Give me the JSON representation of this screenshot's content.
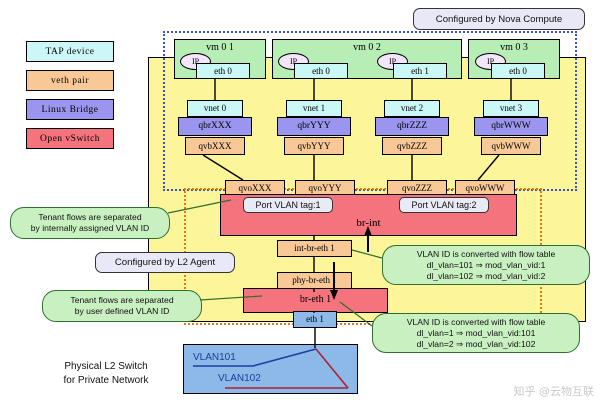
{
  "legend": {
    "items": [
      {
        "label": "TAP   device",
        "type": "tap",
        "color": "#ccf7f7"
      },
      {
        "label": "veth   pair",
        "type": "veth",
        "color": "#f8c896"
      },
      {
        "label": "Linux   Bridge",
        "type": "lbridge",
        "color": "#9a95ee"
      },
      {
        "label": "Open   vSwitch",
        "type": "ovs",
        "color": "#f4737c"
      }
    ]
  },
  "annotations": {
    "nova_region": "Configured by Nova Compute",
    "agent_region": "Configured by L2 Agent",
    "tenant_internal": "Tenant flows are separated\nby internally assigned VLAN ID",
    "tenant_user": "Tenant flows are separated\nby user defined VLAN ID",
    "flow_table_up": {
      "title": "VLAN ID is converted with flow table",
      "rule1": "dl_vlan=101 ⇒ mod_vlan_vid:1",
      "rule2": "dl_vlan=102 ⇒ mod_vlan_vid:2"
    },
    "flow_table_down": {
      "title": "VLAN ID is converted with flow table",
      "rule1": "dl_vlan=1 ⇒ mod_vlan_vid:101",
      "rule2": "dl_vlan=2 ⇒ mod_vlan_vid:102"
    },
    "physical_switch": "Physical L2 Switch\nfor Private Network",
    "watermark": "知乎 @云物互联"
  },
  "vms": [
    {
      "title": "vm 0 1",
      "ip": "IP",
      "ports": [
        "eth 0"
      ]
    },
    {
      "title": "vm 0 2",
      "ip": "IP",
      "ports": [
        "eth 0",
        "eth 1"
      ]
    },
    {
      "title": "vm 0 3",
      "ip": "IP",
      "ports": [
        "eth 0"
      ]
    }
  ],
  "chains": [
    {
      "vnet": "vnet 0",
      "qbr": "qbrXXX",
      "qvb": "qvbXXX",
      "qvo": "qvoXXX"
    },
    {
      "vnet": "vnet 1",
      "qbr": "qbrYYY",
      "qvb": "qvbYYY",
      "qvo": "qvoYYY"
    },
    {
      "vnet": "vnet 2",
      "qbr": "qbrZZZ",
      "qvb": "qvbZZZ",
      "qvo": "qvoZZZ"
    },
    {
      "vnet": "vnet 3",
      "qbr": "qbrWWW",
      "qvb": "qvbWWW",
      "qvo": "qvoWWW"
    }
  ],
  "bridges": {
    "br_int": "br-int",
    "port_vlan_tag_1": "Port VLAN tag:1",
    "port_vlan_tag_2": "Port VLAN tag:2",
    "int_br_eth1": "int-br-eth 1",
    "phy_br_eth1": "phy-br-eth 1",
    "br_eth1": "br-eth 1",
    "eth1": "eth 1"
  },
  "switch": {
    "vlan101": "VLAN101",
    "vlan102": "VLAN102"
  },
  "colors": {
    "tap": "#ccf7f7",
    "veth": "#f8c896",
    "linux_bridge": "#9a95ee",
    "ovs": "#f4737c",
    "vm": "#b6eeb6",
    "host": "#fdf59a",
    "switch": "#8cb9e8",
    "nova_boundary": "#3b4fd6",
    "agent_boundary": "#e07b10",
    "callout": "#c8f0c0",
    "vlan101_line": "#1b3fa0",
    "vlan102_line": "#b02030"
  }
}
